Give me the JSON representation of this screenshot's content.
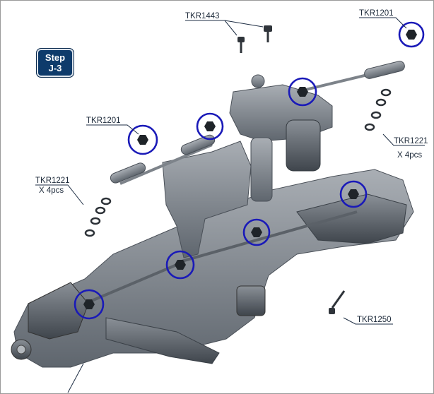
{
  "step": {
    "line1": "Step",
    "line2": "J-3"
  },
  "parts": {
    "tkr1443": "TKR1443",
    "tkr1201_top": "TKR1201",
    "tkr1201_left": "TKR1201",
    "tkr1221_right": "TKR1221",
    "tkr1221_right_qty": "X 4pcs",
    "tkr1221_left": "TKR1221",
    "tkr1221_left_qty": "X 4pcs",
    "tkr1250": "TKR1250"
  },
  "colors": {
    "highlight_circle": "#1a1ab8",
    "step_badge": "#0e3b6b",
    "part_grey": "#7e858e"
  }
}
